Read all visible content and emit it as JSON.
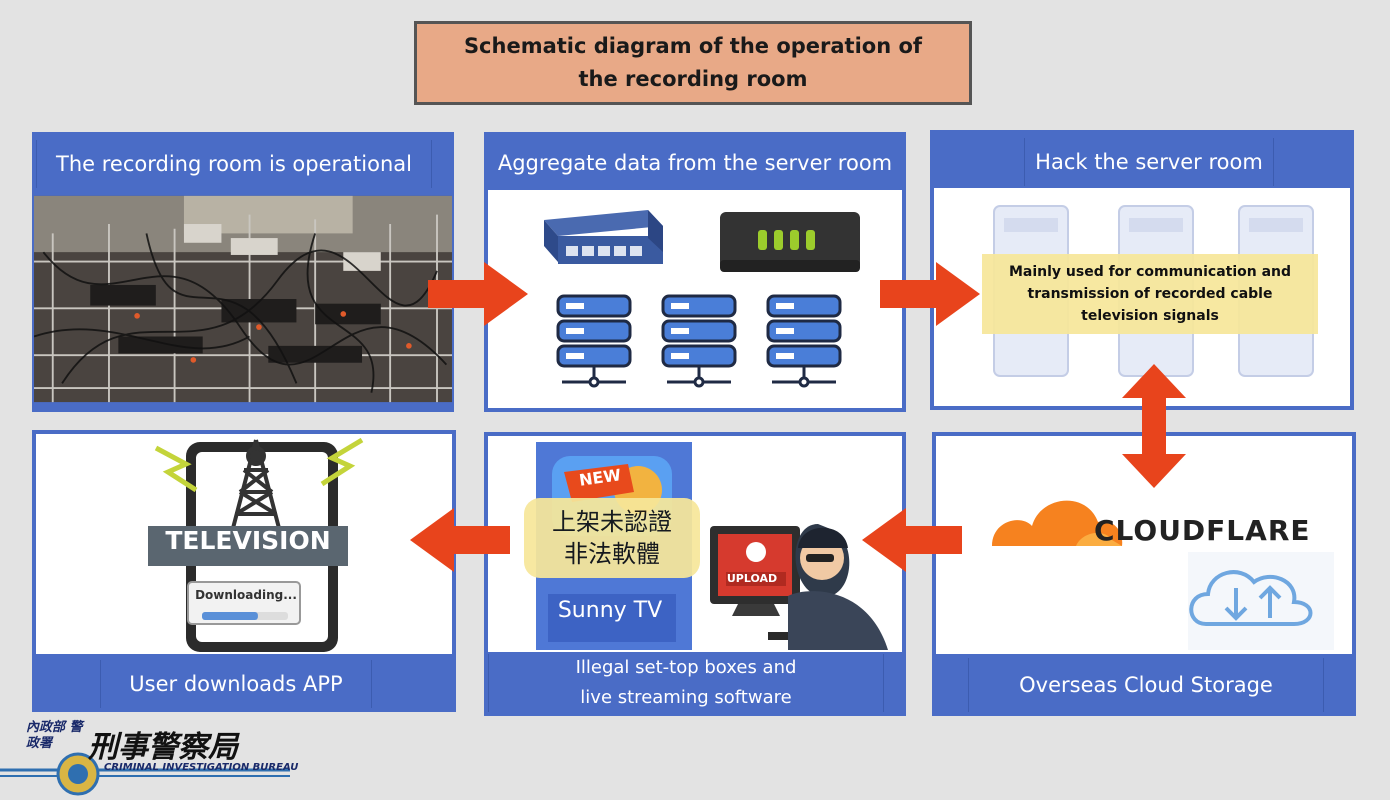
{
  "title": "Schematic diagram of the operation of the recording room",
  "panels": {
    "recording_room": {
      "label": "The recording room is operational"
    },
    "aggregate": {
      "label": "Aggregate data from the server room"
    },
    "hack": {
      "label": "Hack the server room",
      "note": "Mainly used for communication and transmission of recorded cable television signals"
    },
    "user_downloads": {
      "label": "User downloads APP",
      "tv_sign": "TELEVISION",
      "downloading": "Downloading...",
      "progress": 0.65
    },
    "illegal": {
      "label": "Illegal set-top boxes and live streaming software",
      "app_name": "Sunny TV",
      "new_badge": "NEW",
      "chinese_note": "上架未認證 非法軟體",
      "upload_text": "UPLOAD"
    },
    "cloud": {
      "label": "Overseas Cloud Storage",
      "cloudflare": "CLOUDFLARE"
    }
  },
  "logo": {
    "ministry": "內政部 警政署",
    "bureau": "刑事警察局",
    "english": "CRIMINAL INVESTIGATION BUREAU"
  },
  "colors": {
    "panel_blue": "#4a6cc6",
    "arrow_red": "#e8441c",
    "title_bg": "#e8a987",
    "note_yellow": "#f7e79a"
  }
}
